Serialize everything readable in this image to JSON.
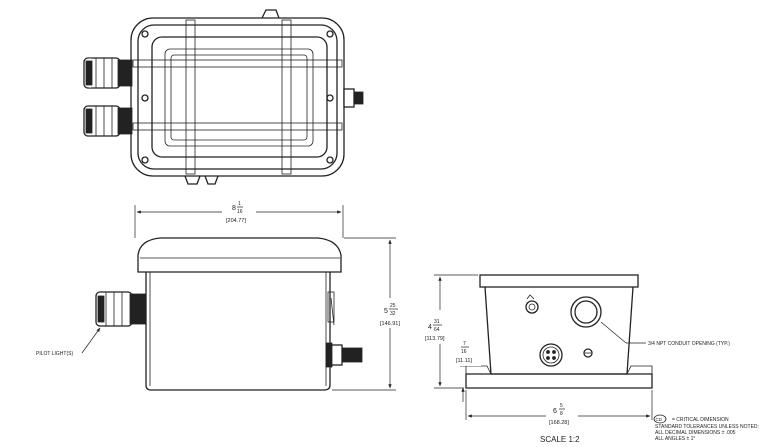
{
  "dims": {
    "width_top": {
      "whole": "8",
      "num": "1",
      "den": "16",
      "metric": "[204.77]"
    },
    "height_side": {
      "whole": "5",
      "num": "25",
      "den": "32",
      "metric": "[146.91]"
    },
    "height_end": {
      "whole": "4",
      "num": "31",
      "den": "64",
      "metric": "[113.79]"
    },
    "foot_height": {
      "num": "7",
      "den": "16",
      "metric": "[11.11]"
    },
    "width_end": {
      "whole": "6",
      "num": "5",
      "den": "8",
      "metric": "[168.28]"
    }
  },
  "labels": {
    "pilot_lights": "PILOT LIGHT(S)",
    "conduit": "3/4 NPT CONDUIT OPENING (TYP.)"
  },
  "notes": {
    "cd_symbol": "CD",
    "cd_text": "= CRITICAL DIMENSION",
    "tol_1": "STANDARD TOLERANCES UNLESS NOTED:",
    "tol_2": "ALL DECIMAL DIMENSIONS ± .005",
    "tol_3": "ALL ANGLES ± 1°"
  },
  "scale": "SCALE 1:2"
}
